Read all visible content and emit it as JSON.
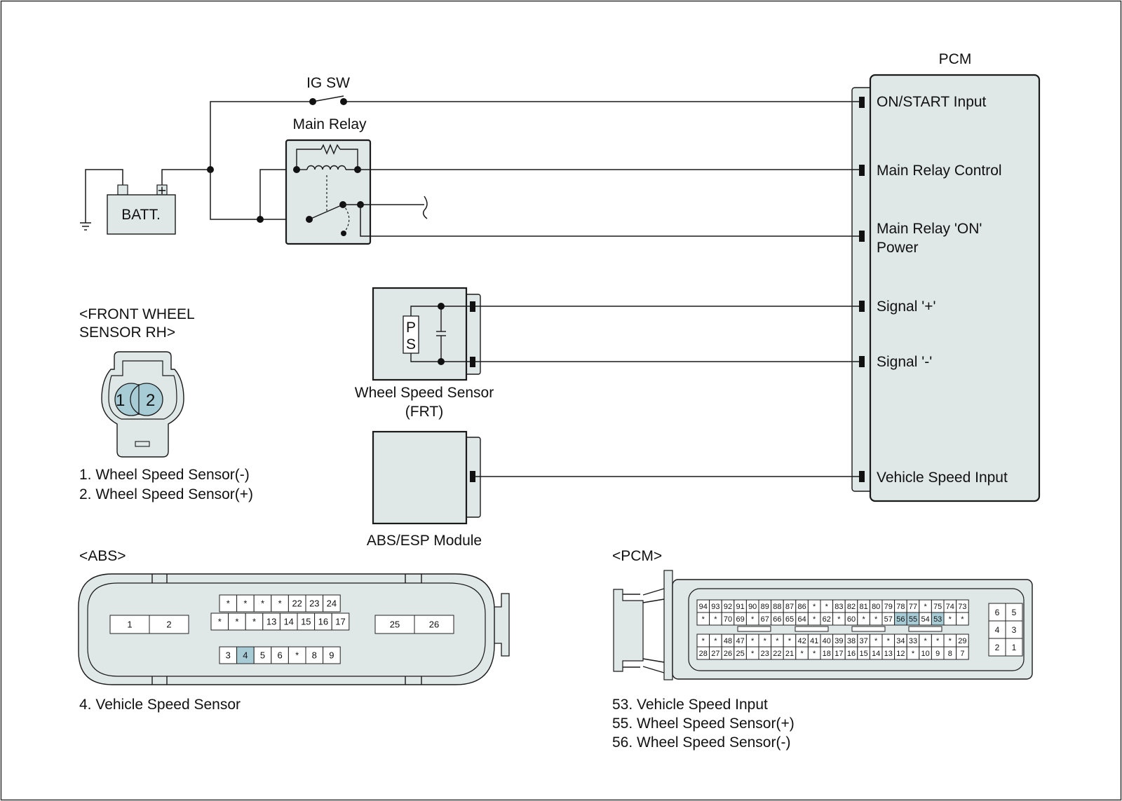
{
  "colors": {
    "box_fill": "#dfe7e7",
    "highlight": "#a8ccd6",
    "line": "#1a1a1a"
  },
  "top": {
    "ig_sw": "IG SW",
    "main_relay": "Main Relay",
    "batt": "BATT.",
    "batt_minus": "-",
    "batt_plus": "+",
    "pcm_title": "PCM",
    "pcm_pins": [
      "ON/START Input",
      "Main Relay Control",
      "Main Relay 'ON'",
      "Power",
      "Signal '+'",
      "Signal '-'",
      "Vehicle Speed Input"
    ],
    "ps": [
      "P",
      "S"
    ],
    "wss_label": [
      "Wheel Speed Sensor",
      "(FRT)"
    ],
    "abs_module": "ABS/ESP Module"
  },
  "front_sensor": {
    "title": [
      "<FRONT WHEEL",
      "SENSOR RH>"
    ],
    "pins": [
      "1",
      "2"
    ],
    "legend": [
      "1. Wheel Speed Sensor(-)",
      "2. Wheel Speed Sensor(+)"
    ]
  },
  "abs": {
    "title": "<ABS>",
    "left": [
      "1",
      "2"
    ],
    "right": [
      "25",
      "26"
    ],
    "row1": [
      "*",
      "*",
      "*",
      "*",
      "22",
      "23",
      "24"
    ],
    "row2": [
      "*",
      "*",
      "*",
      "13",
      "14",
      "15",
      "16",
      "17"
    ],
    "row3": [
      "3",
      "4",
      "5",
      "6",
      "*",
      "8",
      "9"
    ],
    "highlight": [
      "4"
    ],
    "legend": [
      "4. Vehicle Speed Sensor"
    ]
  },
  "pcm": {
    "title": "<PCM>",
    "row1": [
      "94",
      "93",
      "92",
      "91",
      "90",
      "89",
      "88",
      "87",
      "86",
      "*",
      "*",
      "83",
      "82",
      "81",
      "80",
      "79",
      "78",
      "77",
      "*",
      "75",
      "74",
      "73"
    ],
    "row2": [
      "*",
      "*",
      "70",
      "69",
      "*",
      "67",
      "66",
      "65",
      "64",
      "*",
      "62",
      "*",
      "60",
      "*",
      "*",
      "57",
      "56",
      "55",
      "54",
      "53",
      "*",
      "*"
    ],
    "row3": [
      "*",
      "*",
      "48",
      "47",
      "*",
      "*",
      "*",
      "*",
      "42",
      "41",
      "40",
      "39",
      "38",
      "37",
      "*",
      "*",
      "34",
      "33",
      "*",
      "*",
      "*",
      "29"
    ],
    "row4": [
      "28",
      "27",
      "26",
      "25",
      "*",
      "23",
      "22",
      "21",
      "*",
      "*",
      "18",
      "17",
      "16",
      "15",
      "14",
      "13",
      "12",
      "*",
      "10",
      "9",
      "8",
      "7"
    ],
    "small": [
      "6",
      "5",
      "4",
      "3",
      "2",
      "1"
    ],
    "highlight": [
      "56",
      "55",
      "53"
    ],
    "legend": [
      "53. Vehicle Speed Input",
      "55. Wheel Speed Sensor(+)",
      "56. Wheel Speed Sensor(-)"
    ]
  }
}
